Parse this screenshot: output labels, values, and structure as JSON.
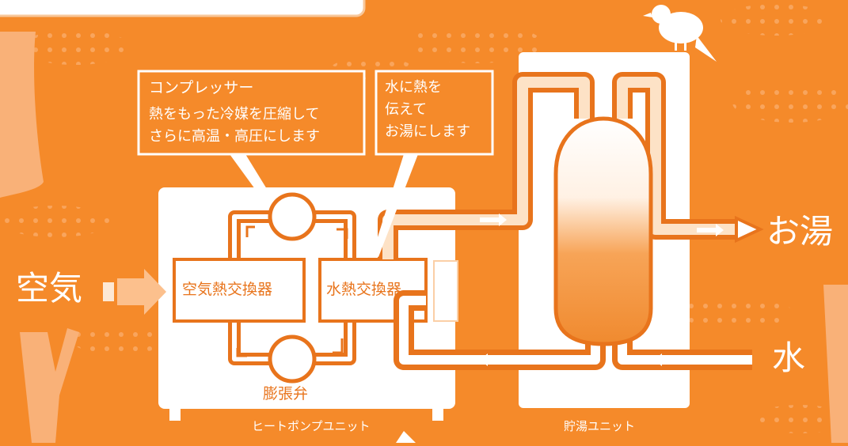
{
  "title_fragment": "",
  "inputs": {
    "air": "空気",
    "hot_water": "お湯",
    "water": "水"
  },
  "units": {
    "heat_pump": "ヒートポンプユニット",
    "storage": "貯湯ユニット"
  },
  "components": {
    "air_heat_exchanger": "空気熱交換器",
    "water_heat_exchanger": "水熱交換器",
    "expansion_valve": "膨張弁"
  },
  "callouts": {
    "compressor": {
      "title": "コンプレッサー",
      "line1": "熱をもった冷媒を圧縮して",
      "line2": "さらに高温・高圧にします"
    },
    "water_heating": {
      "line1": "水に熱を",
      "line2": "伝えて",
      "line3": "お湯にします"
    }
  },
  "colors": {
    "background": "#f58a2a",
    "pattern": "#f9a863",
    "accent": "#e8741c",
    "white": "#ffffff"
  }
}
